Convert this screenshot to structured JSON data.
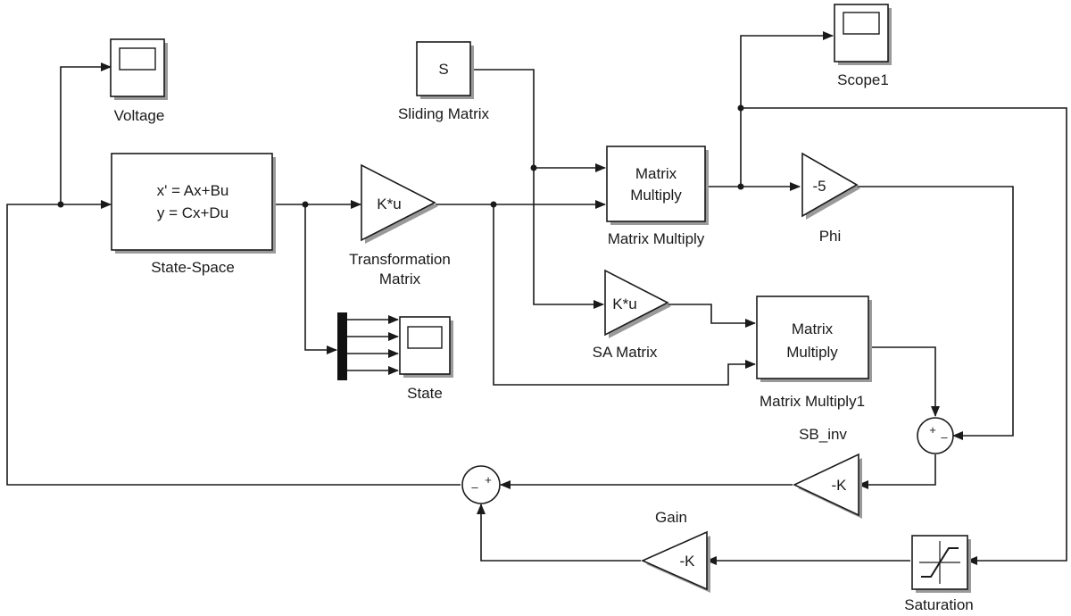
{
  "blocks": {
    "voltage": {
      "label": "Voltage"
    },
    "state_space": {
      "label": "State-Space",
      "eq1": "x' = Ax+Bu",
      "eq2": "y = Cx+Du"
    },
    "transformation": {
      "inner": "K*u",
      "label1": "Transformation",
      "label2": "Matrix"
    },
    "sliding": {
      "inner": "S",
      "label": "Sliding Matrix"
    },
    "scope1": {
      "label": "Scope1"
    },
    "mm1": {
      "inner1": "Matrix",
      "inner2": "Multiply",
      "label": "Matrix Multiply"
    },
    "phi": {
      "inner": "-5",
      "label": "Phi"
    },
    "sa": {
      "inner": "K*u",
      "label": "SA Matrix"
    },
    "mm2": {
      "inner1": "Matrix",
      "inner2": "Multiply",
      "label": "Matrix Multiply1"
    },
    "state": {
      "label": "State"
    },
    "sum_right": {
      "plus": "+",
      "minus": "–"
    },
    "sbinv": {
      "inner": "-K",
      "label": "SB_inv"
    },
    "sum_left": {
      "plus": "+",
      "minus": "–"
    },
    "gain": {
      "inner": "-K",
      "label": "Gain"
    },
    "saturation": {
      "label": "Saturation"
    }
  },
  "colors": {
    "line": "#1a1a1a",
    "shadow": "#9a9a9a",
    "background": "#ffffff"
  }
}
